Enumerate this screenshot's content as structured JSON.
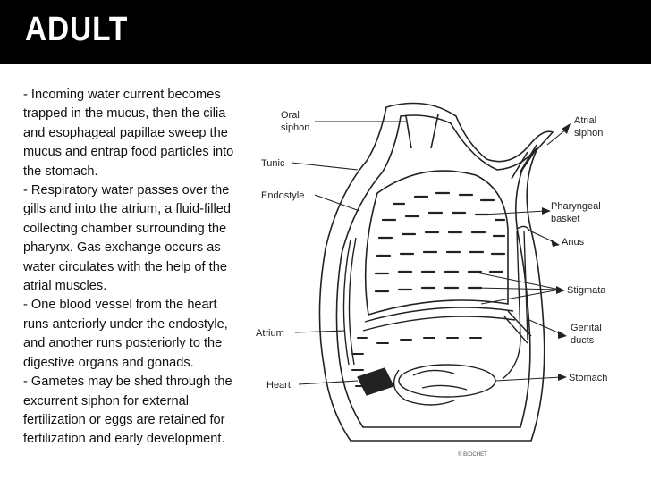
{
  "slide": {
    "title": "ADULT",
    "paragraphs": [
      "- Incoming water current becomes trapped in the mucus, then the cilia and esophageal papillae sweep the mucus and entrap food particles into the stomach.",
      "- Respiratory water passes over the gills and into the atrium, a fluid-filled collecting chamber surrounding the pharynx. Gas exchange occurs as water circulates with the help of the atrial muscles.",
      "- One blood vessel from the heart runs anteriorly under the endostyle, and another runs posteriorly to the digestive organs and gonads.",
      "- Gametes may be shed through the excurrent siphon for external fertilization or eggs are retained for fertilization and early development."
    ]
  },
  "diagram": {
    "labels": {
      "oral_siphon_1": "Oral",
      "oral_siphon_2": "siphon",
      "tunic": "Tunic",
      "endostyle": "Endostyle",
      "atrium": "Atrium",
      "heart": "Heart",
      "atrial_siphon_1": "Atrial",
      "atrial_siphon_2": "siphon",
      "pharyngeal_basket_1": "Pharyngeal",
      "pharyngeal_basket_2": "basket",
      "anus": "Anus",
      "stigmata": "Stigmata",
      "genital_ducts_1": "Genital",
      "genital_ducts_2": "ducts",
      "stomach": "Stomach"
    },
    "credit": "© BIOCHET"
  },
  "colors": {
    "title_bar": "#000000",
    "title_text": "#ffffff",
    "body_text": "#111111",
    "line_art": "#222222"
  }
}
